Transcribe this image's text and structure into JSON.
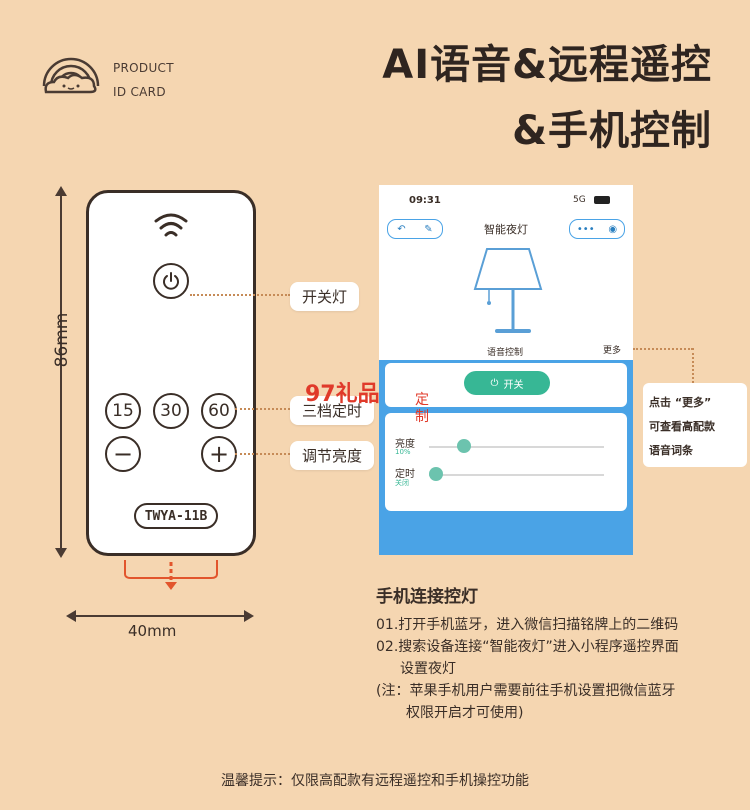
{
  "header": {
    "logo_line1": "PRODUCT",
    "logo_line2": "ID CARD",
    "title_line1": "AI语音&远程遥控",
    "title_line2": "&手机控制"
  },
  "dimensions": {
    "height": "86mm",
    "width": "40mm"
  },
  "remote": {
    "timers": [
      "15",
      "30",
      "60"
    ],
    "minus": "−",
    "plus": "+",
    "model": "TWYA-11B"
  },
  "labels": {
    "power": "开关灯",
    "timer": "三档定时",
    "brightness": "调节亮度"
  },
  "watermark": {
    "text": "97礼品",
    "side": "定制"
  },
  "phone": {
    "time": "09:31",
    "signal": "5G",
    "app_title": "智能夜灯",
    "voice": "语音控制",
    "more": "更多",
    "switch": "开关",
    "brightness_label": "亮度",
    "brightness_value": "10%",
    "brightness_level": 0.1,
    "timer_label": "定时",
    "timer_value": "关闭"
  },
  "callout": {
    "line1": "点击 “更多”",
    "line2": "可查看高配款",
    "line3": "语音词条"
  },
  "instructions": {
    "title": "手机连接控灯",
    "step1": "01.打开手机蓝牙，进入微信扫描铭牌上的二维码",
    "step2a": "02.搜索设备连接“智能夜灯”进入小程序遥控界面",
    "step2b": "设置夜灯",
    "note_a": "(注：苹果手机用户需要前往手机设置把微信蓝牙",
    "note_b": "权限开启才可使用)"
  },
  "footer": "温馨提示：仅限高配款有远程遥控和手机操控功能",
  "colors": {
    "background": "#f5d6b1",
    "accent": "#37b795",
    "phone_bg": "#4aa3e6",
    "dots": "#c68b57"
  }
}
